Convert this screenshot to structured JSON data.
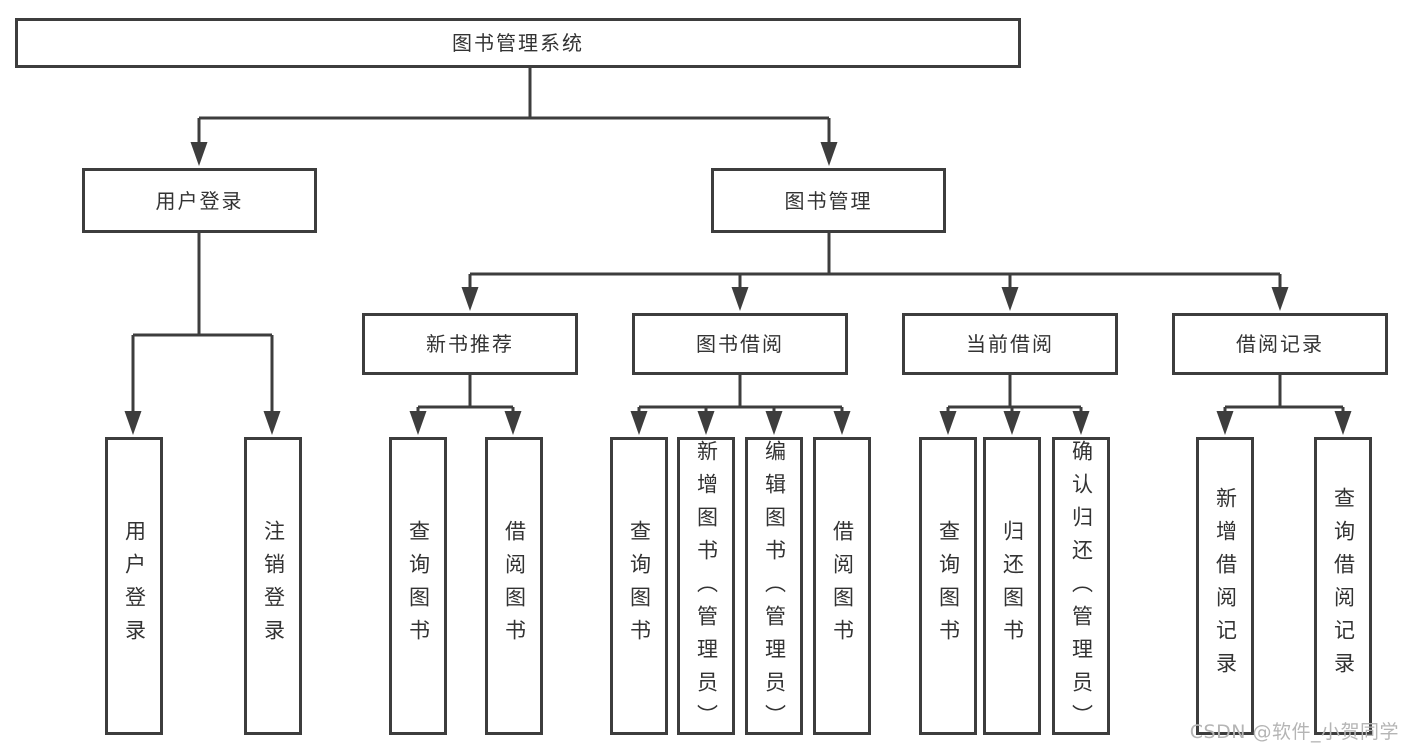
{
  "diagram": {
    "root": {
      "label": "图书管理系统"
    },
    "user_login": {
      "label": "用户登录",
      "children": {
        "login": "用户登录",
        "logout": "注销登录"
      }
    },
    "book_management": {
      "label": "图书管理",
      "sections": {
        "new_book_recommend": {
          "label": "新书推荐",
          "children": {
            "query_books": "查询图书",
            "borrow_books": "借阅图书"
          }
        },
        "book_borrowing": {
          "label": "图书借阅",
          "children": {
            "query_books": "查询图书",
            "add_books_admin": "新增图书（管理员）",
            "edit_books_admin": "编辑图书（管理员）",
            "borrow_books": "借阅图书"
          }
        },
        "current_borrowing": {
          "label": "当前借阅",
          "children": {
            "query_books": "查询图书",
            "return_books": "归还图书",
            "confirm_return_admin": "确认归还（管理员）"
          }
        },
        "borrowing_records": {
          "label": "借阅记录",
          "children": {
            "add_borrow_record": "新增借阅记录",
            "query_borrow_record": "查询借阅记录"
          }
        }
      }
    },
    "watermark": "CSDN @软件_小贺同学",
    "colors": {
      "line": "#3d3d3d",
      "text": "#333333",
      "watermark": "#b5b5b5",
      "background": "#ffffff"
    }
  }
}
